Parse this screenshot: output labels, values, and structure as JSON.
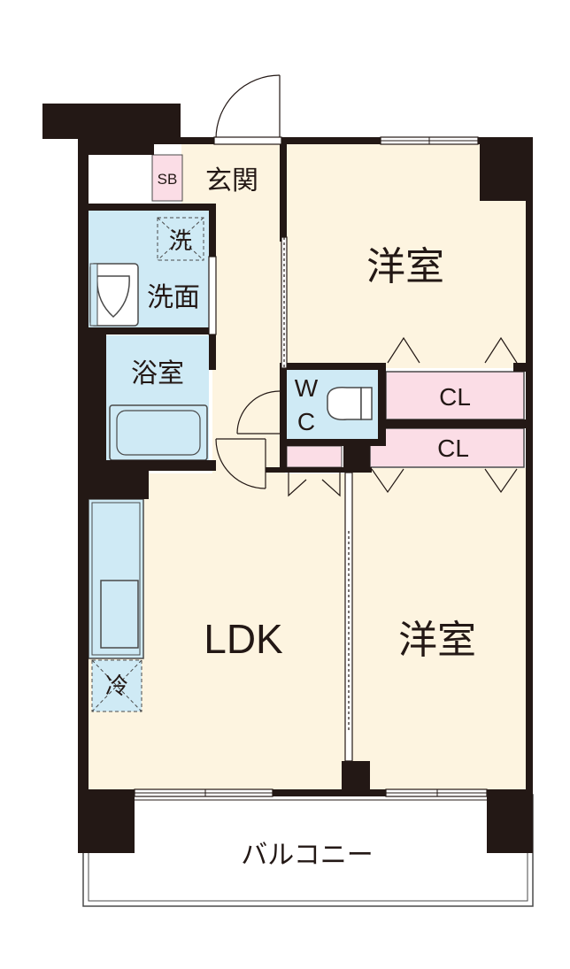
{
  "colors": {
    "wall": "#231815",
    "room": "#fdf4e0",
    "water": "#cfeaf5",
    "closet": "#fbdde6",
    "outline": "#4a4a4a"
  },
  "rooms": {
    "western_room_1": "洋室",
    "western_room_2": "洋室",
    "ldk": "LDK",
    "entrance": "玄関",
    "shoe_box": "SB",
    "washroom": "洗面",
    "washer": "洗",
    "bathroom": "浴室",
    "toilet_w": "W",
    "toilet_c": "C",
    "closet_1": "CL",
    "closet_2": "CL",
    "fridge": "冷",
    "balcony": "バルコニー"
  }
}
